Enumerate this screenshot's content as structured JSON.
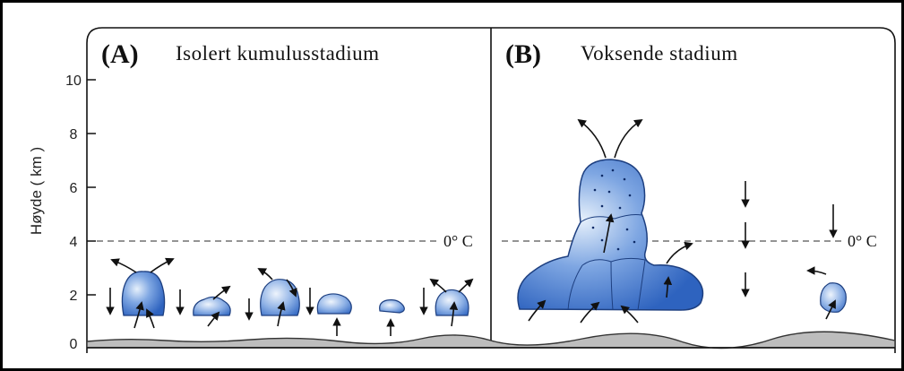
{
  "figure": {
    "y_axis_label": "Høyde ( km )",
    "y_ticks": [
      "0",
      "2",
      "4",
      "6",
      "8",
      "10"
    ],
    "freezing_level_label": "0° C",
    "panels": [
      {
        "letter": "(A)",
        "title": "Isolert kumulusstadium"
      },
      {
        "letter": "(B)",
        "title": "Voksende stadium"
      }
    ],
    "colors": {
      "cloud": "#4a7fd0",
      "cloud_light": "#d8e6f8",
      "ground": "#bdbdbd",
      "frame": "#000000"
    }
  }
}
